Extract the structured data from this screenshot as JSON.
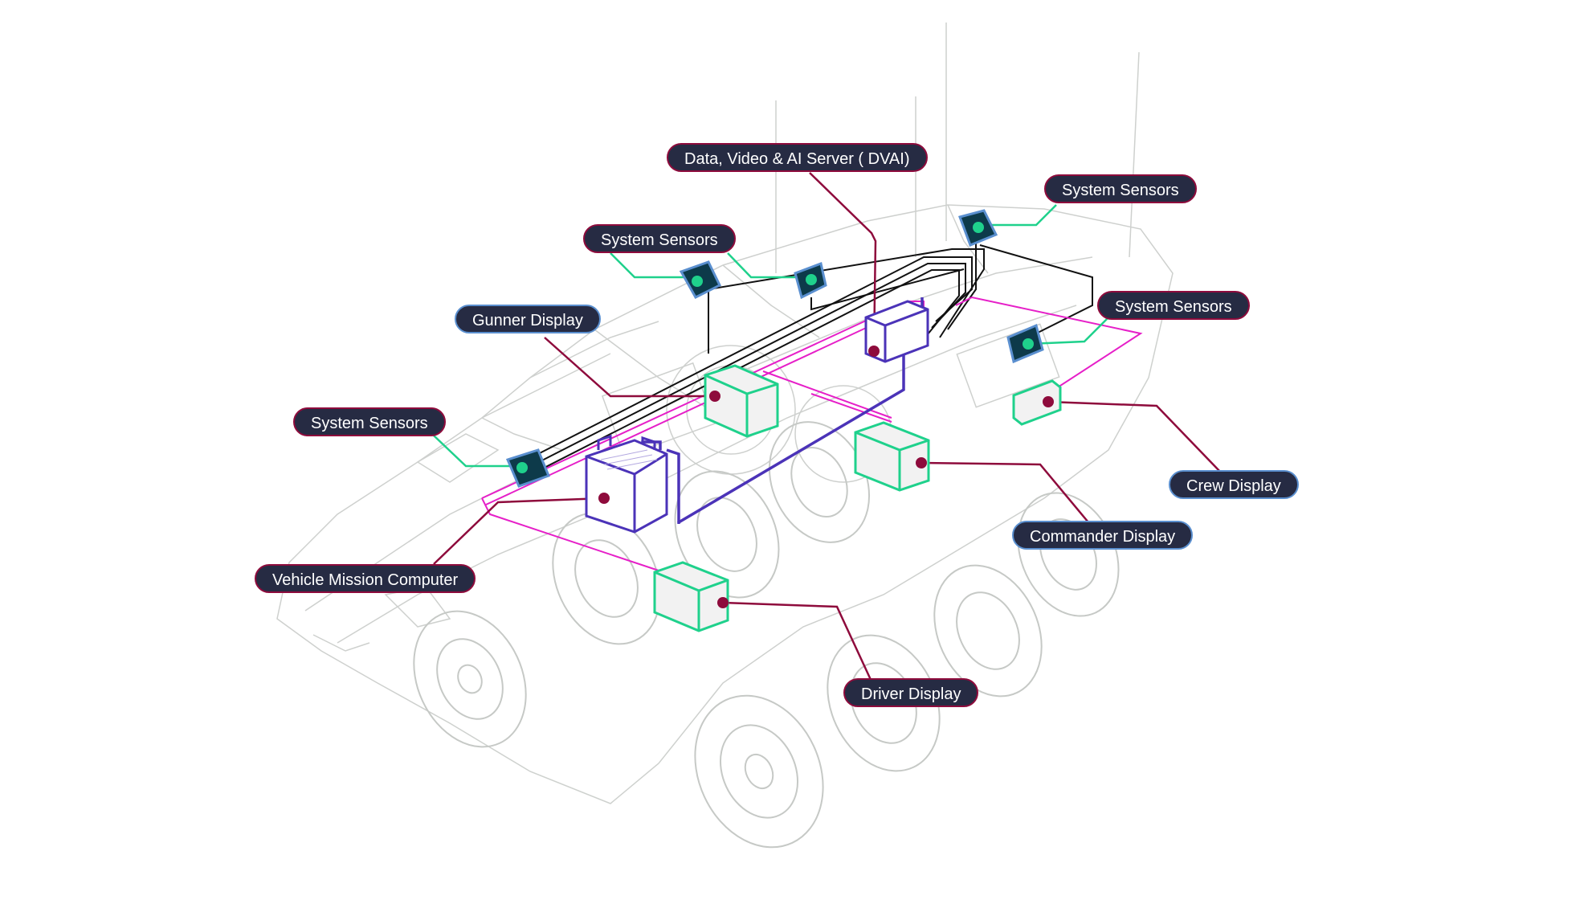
{
  "colors": {
    "label_bg": "#262b43",
    "label_text": "#ffffff",
    "crimson": "#8e0b3c",
    "teal": "#1fd18c",
    "blue_border": "#5a8fcf",
    "magenta": "#e61fc8",
    "indigo": "#4b33b8",
    "wire_black": "#111111",
    "vehicle_lines": "#c7cac7"
  },
  "labels": {
    "dvai": "Data, Video & AI Server ( DVAI)",
    "sensors_top_right": "System Sensors",
    "sensors_top_left": "System Sensors",
    "sensors_right": "System Sensors",
    "sensors_left": "System Sensors",
    "gunner_display": "Gunner Display",
    "crew_display": "Crew Display",
    "commander_display": "Commander Display",
    "vehicle_mission_computer": "Vehicle Mission Computer",
    "driver_display": "Driver Display"
  },
  "icons": {
    "sensor": "sensor-camera-icon",
    "display": "display-unit-icon",
    "battery": "battery-icon",
    "server": "server-icon"
  }
}
